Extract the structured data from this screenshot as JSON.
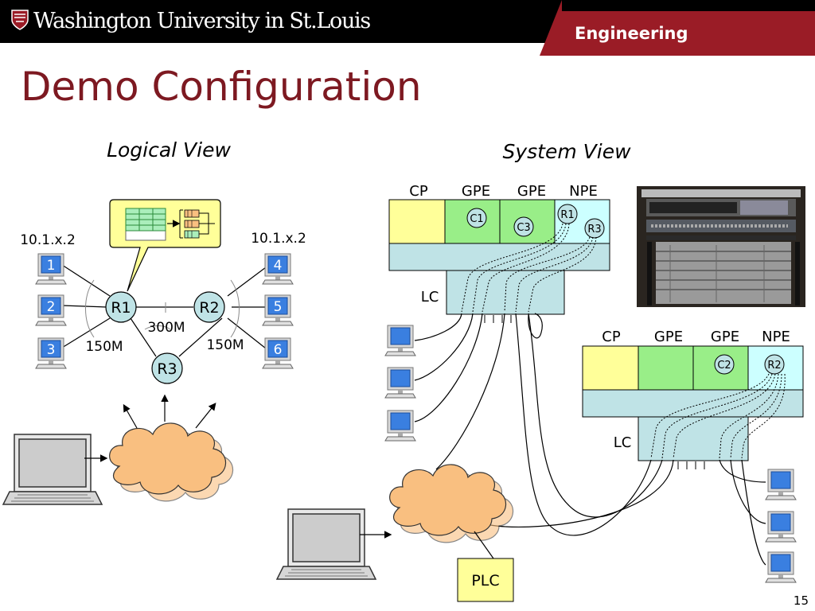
{
  "header": {
    "university": "Washington University in St.Louis",
    "school": "Engineering"
  },
  "slide": {
    "title": "Demo Configuration",
    "page_number": "15"
  },
  "logical_view": {
    "heading": "Logical View",
    "routers": [
      "R1",
      "R2",
      "R3"
    ],
    "hosts": [
      "1",
      "2",
      "3",
      "4",
      "5",
      "6"
    ],
    "left_address": "10.1.x.2",
    "right_address": "10.1.x.2",
    "link_r1_r2": "300M",
    "link_left": "150M",
    "link_right": "150M"
  },
  "system_view": {
    "heading": "System View",
    "chassis_top": {
      "slots": [
        "CP",
        "GPE",
        "GPE",
        "NPE"
      ],
      "line_card": "LC",
      "components": [
        "C1",
        "C3",
        "R1",
        "R3"
      ]
    },
    "chassis_bottom": {
      "slots": [
        "CP",
        "GPE",
        "GPE",
        "NPE"
      ],
      "line_card": "LC",
      "components": [
        "C2",
        "R2"
      ]
    },
    "controller": "PLC"
  },
  "colors": {
    "banner": "#000000",
    "accent": "#9a1c26",
    "title": "#7d1921",
    "cp": "#ffff99",
    "gpe": "#99ee88",
    "npe": "#ccffff",
    "lc": "#bfe3e6",
    "router": "#bfe3e6",
    "cloud": "#f9bf80",
    "host_screen": "#3a7fe0"
  }
}
